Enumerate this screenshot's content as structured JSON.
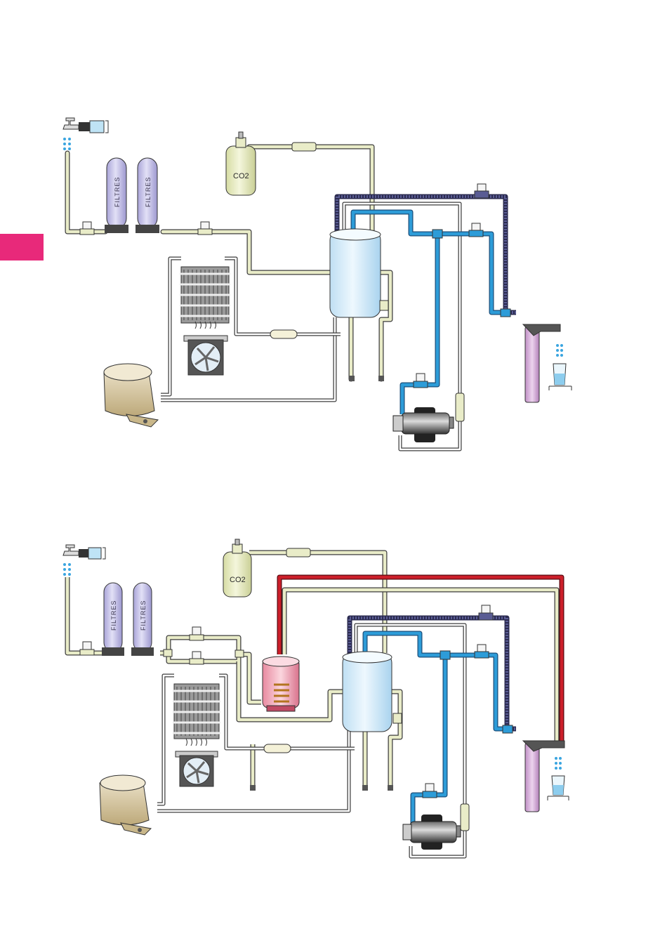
{
  "colors": {
    "page_tab": "#e8297a",
    "water_line": "#e9ecc8",
    "cold_line": "#2d9cd8",
    "gas_line": "#4a4c82",
    "hot_line": "#cc1f2a",
    "line_outline": "#3d3d3d",
    "tank": "#dff0fb",
    "filter": "#c9c6ea",
    "co2": "#e9eec3",
    "purifier": "#d6a6d8",
    "heater": "#f2a6b6"
  },
  "labels": {
    "filter": "FILTRES",
    "co2": "CO2"
  },
  "top_diagram": {
    "filters": [
      "FILTRES",
      "FILTRES"
    ],
    "co2": "CO2"
  },
  "bottom_diagram": {
    "filters": [
      "FILTRES",
      "FILTRES"
    ],
    "co2": "CO2"
  }
}
